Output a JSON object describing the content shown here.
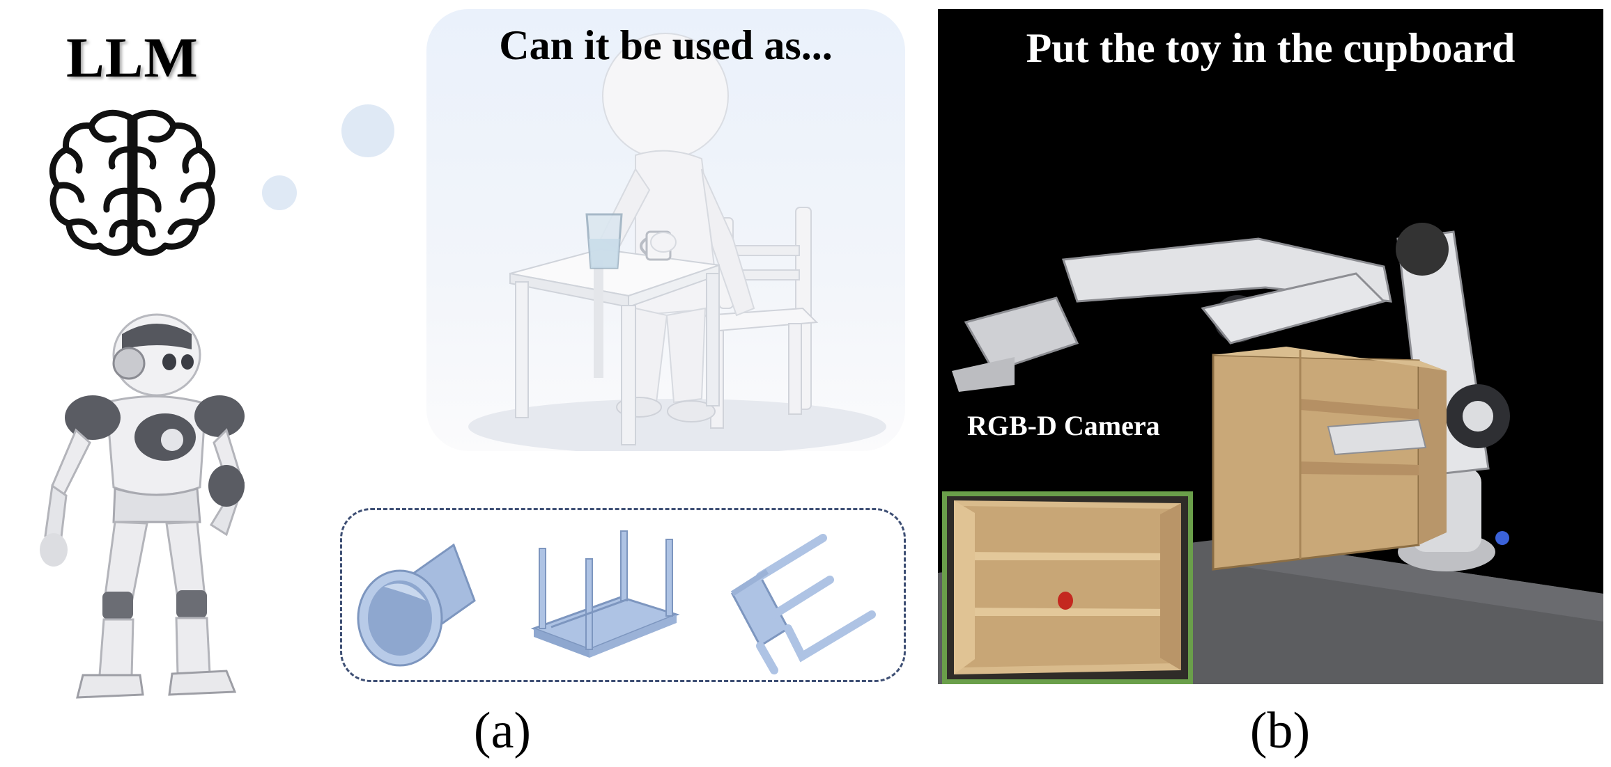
{
  "left": {
    "title": "LLM",
    "icons": [
      "brain-icon",
      "nao-robot"
    ]
  },
  "center": {
    "question": "Can it be used as...",
    "objects": [
      "tube",
      "table",
      "chair"
    ],
    "panel_label": "(a)"
  },
  "right": {
    "title": "Put the toy in the cupboard",
    "camera_label": "RGB-D Camera",
    "panel_label": "(b)"
  },
  "colors": {
    "object_fill": "#aac0e2",
    "object_stroke": "#7d96bf",
    "dashed_border": "#3e4f74",
    "inset_border": "#6a9f4a",
    "bubble": "#dfe9f5"
  }
}
